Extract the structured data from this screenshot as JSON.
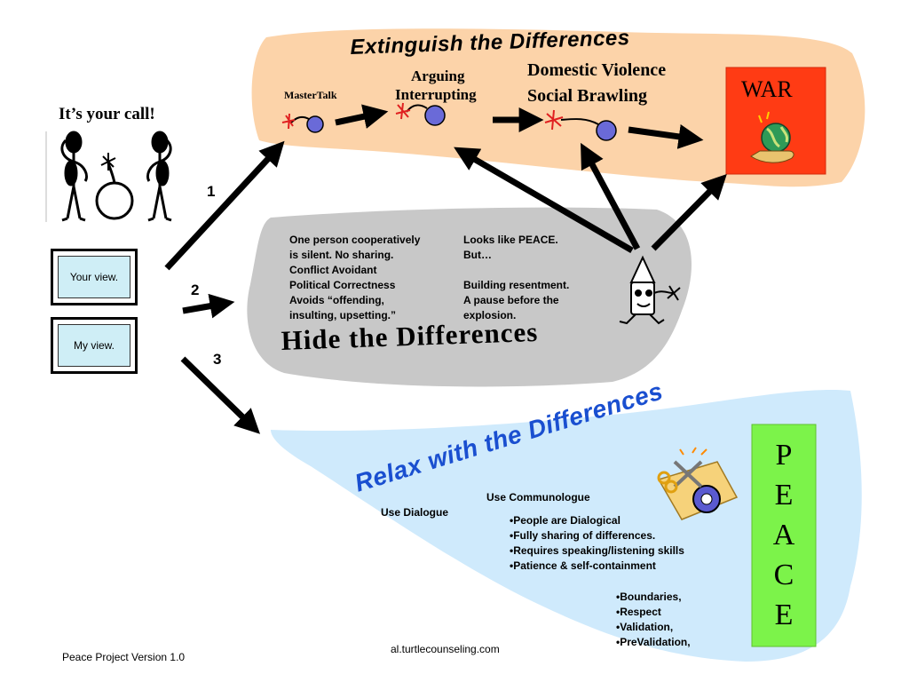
{
  "header": {
    "your_call": "It’s your call!"
  },
  "views": {
    "your_view": "Your view.",
    "my_view": "My view."
  },
  "paths": {
    "one": "1",
    "two": "2",
    "three": "3"
  },
  "extinguish": {
    "title": "Extinguish the Differences",
    "mastertalk": "MasterTalk",
    "arguing": "Arguing",
    "interrupting": "Interrupting",
    "domestic": "Domestic Violence",
    "brawling": "Social Brawling",
    "war": "WAR"
  },
  "hide": {
    "title": "Hide the Differences",
    "left_lines": [
      "One person cooperatively",
      "is silent. No sharing.",
      "Conflict Avoidant",
      "Political Correctness",
      "Avoids “offending,",
      "insulting, upsetting.”"
    ],
    "right_lines": [
      "Looks like PEACE.",
      "But…",
      "",
      "Building resentment.",
      "A pause before the",
      "explosion."
    ]
  },
  "relax": {
    "title": "Relax with the Differences",
    "dialogue": "Use Dialogue",
    "communologue": "Use Communologue",
    "bullets_a": [
      "•People are Dialogical",
      "•Fully sharing of differences.",
      "•Requires speaking/listening skills",
      "•Patience & self-containment"
    ],
    "bullets_b": [
      "•Boundaries,",
      "•Respect",
      "•Validation,",
      "•PreValidation,"
    ],
    "peace_letters": [
      "P",
      "E",
      "A",
      "C",
      "E"
    ]
  },
  "footer": {
    "version": "Peace Project Version 1.0",
    "site": "al.turtlecounseling.com"
  },
  "colors": {
    "extinguish_bg": "#fcd3a9",
    "hide_bg": "#c8c8c8",
    "relax_bg": "#cfeafc",
    "war_bg": "#ff3b14",
    "peace_bg": "#7cf34a",
    "relax_title": "#1a4fd0"
  }
}
